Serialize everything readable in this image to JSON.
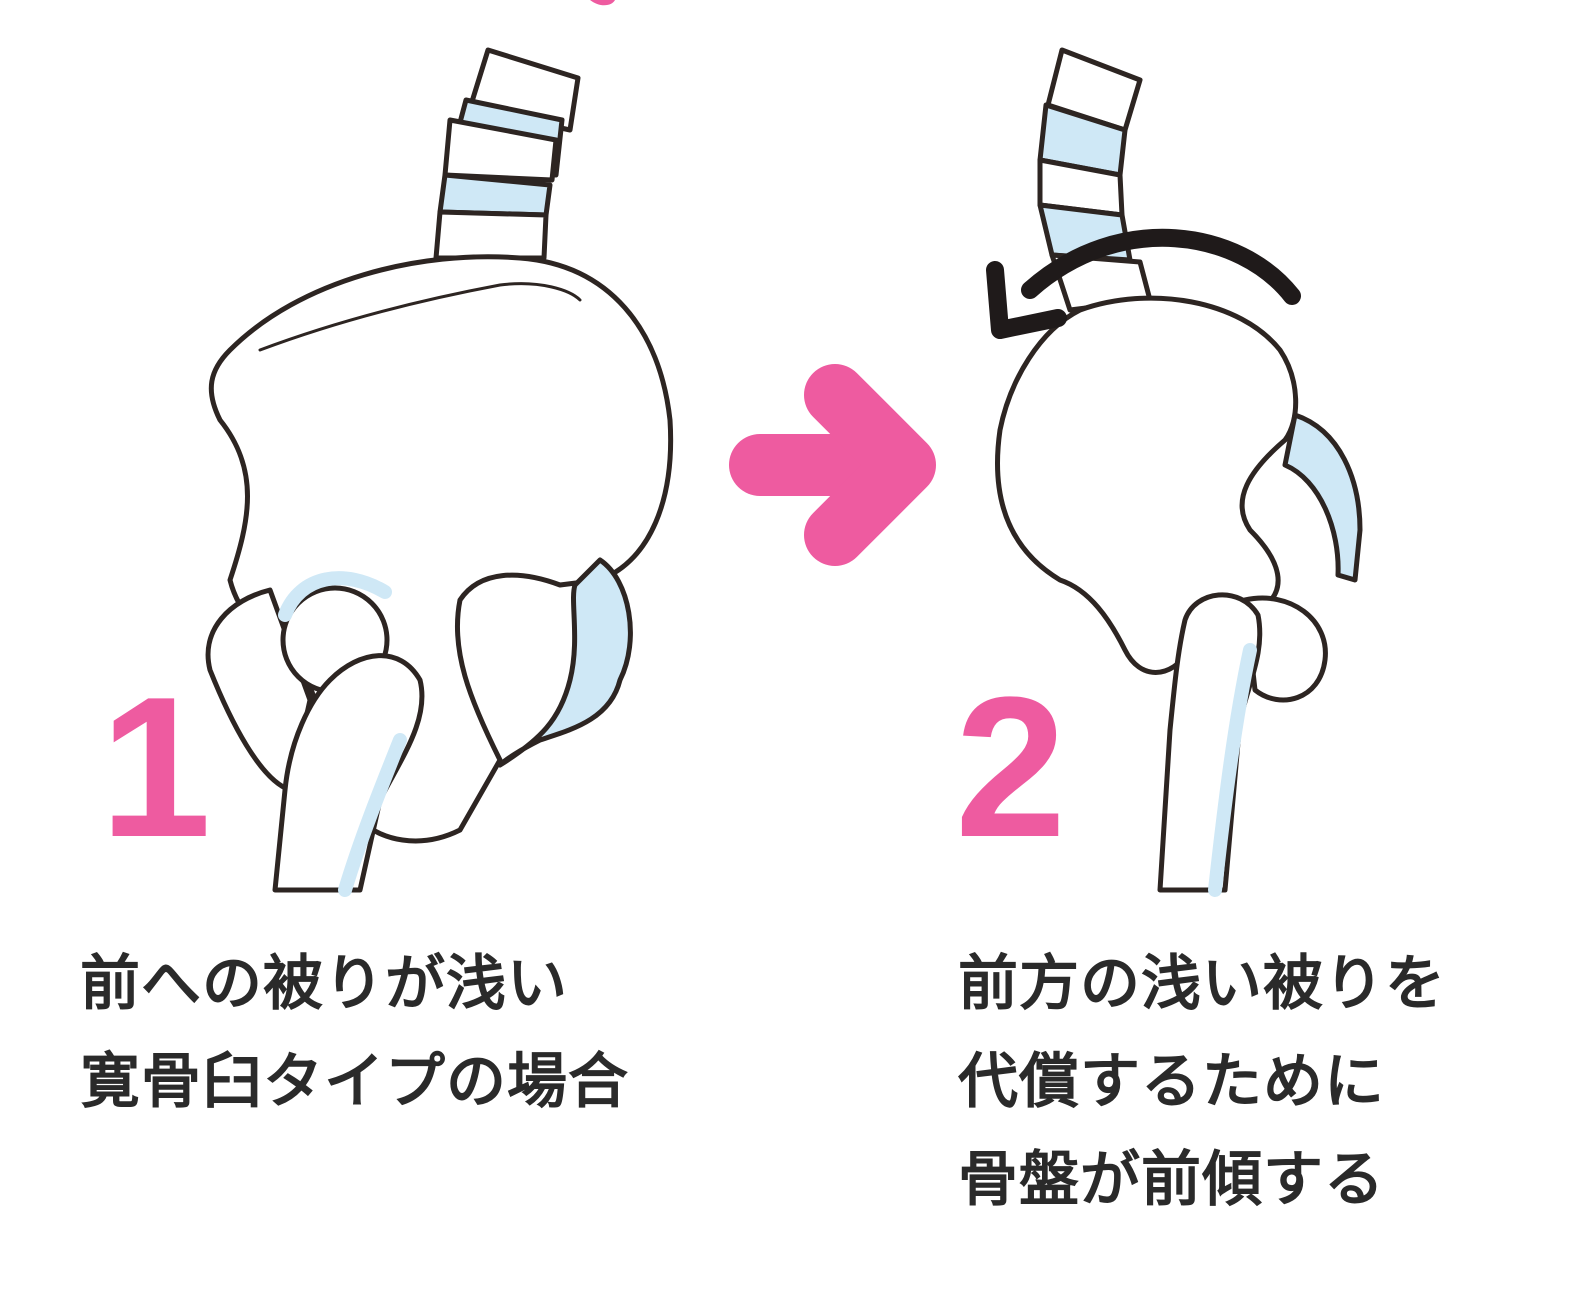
{
  "panels": [
    {
      "number": "1",
      "caption": [
        "前への被りが浅い",
        "寛骨臼タイプの場合"
      ]
    },
    {
      "number": "2",
      "caption": [
        "前方の浅い被りを",
        "代償するために",
        "骨盤が前傾する"
      ]
    }
  ],
  "colors": {
    "accent": "#ee5ba0",
    "outline": "#2d2522",
    "cartilage": "#cfe8f6"
  }
}
